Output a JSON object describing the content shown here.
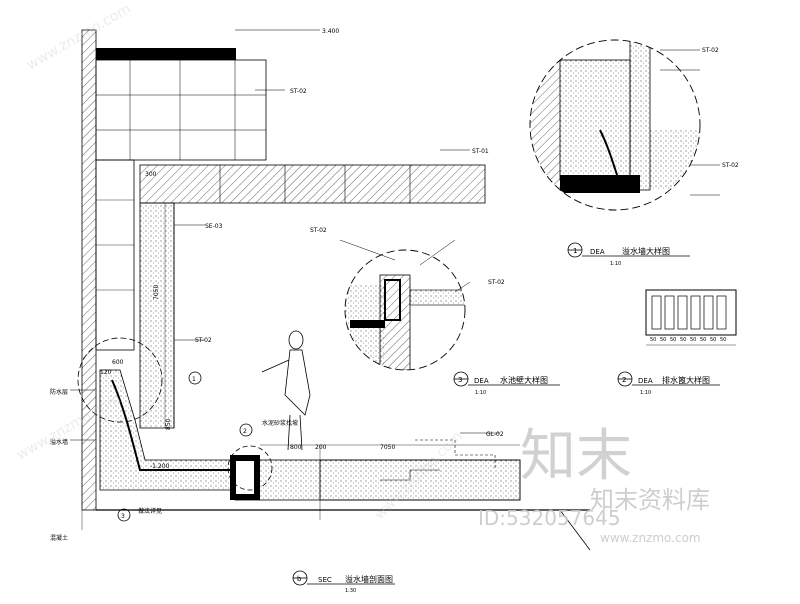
{
  "main_section": {
    "title": "溢水墙剖面图",
    "marker": {
      "letter": "b",
      "code": "SEC"
    },
    "scale": "1:30",
    "labels": {
      "top_level": "3.400",
      "lower_level": "-1.200",
      "mid_note": "水泥砂浆找坡",
      "dim_a": "300",
      "dim_b": "800",
      "dim_c": "7050",
      "dim_d": "200",
      "dim_e": "7050",
      "dim_f": "600",
      "dim_g": "120",
      "dim_h": "850",
      "left_top": "防水层",
      "left_mid": "溢水墙",
      "left_low": "混凝土",
      "tag1": "ST-02",
      "tag2": "ST-02",
      "tag3": "GL-02",
      "tag4": "ST-01",
      "tag5": "SE-03",
      "pool_note": "做法详见",
      "circle_1": "1",
      "circle_2": "2",
      "circle_3": "3"
    }
  },
  "detail_1": {
    "title": "溢水墙大样图",
    "marker": {
      "letter": "1",
      "code": "DEA"
    },
    "scale": "1:10",
    "tags": [
      "ST-02",
      "ST-02"
    ]
  },
  "detail_2": {
    "title": "水池壁大样图",
    "marker": {
      "letter": "3",
      "code": "DEA"
    },
    "scale": "1:10",
    "tags": [
      "ST-02",
      "ST-02"
    ]
  },
  "detail_3": {
    "title": "排水篦大样图",
    "marker": {
      "letter": "2",
      "code": "DEA"
    },
    "scale": "1:10",
    "dims": [
      "50",
      "50",
      "50",
      "50",
      "50",
      "50",
      "50",
      "50"
    ]
  },
  "watermark": {
    "brand": "知末",
    "brand_full": "知末资料库",
    "id": "ID:532057645",
    "url": "www.znzmo.com"
  }
}
